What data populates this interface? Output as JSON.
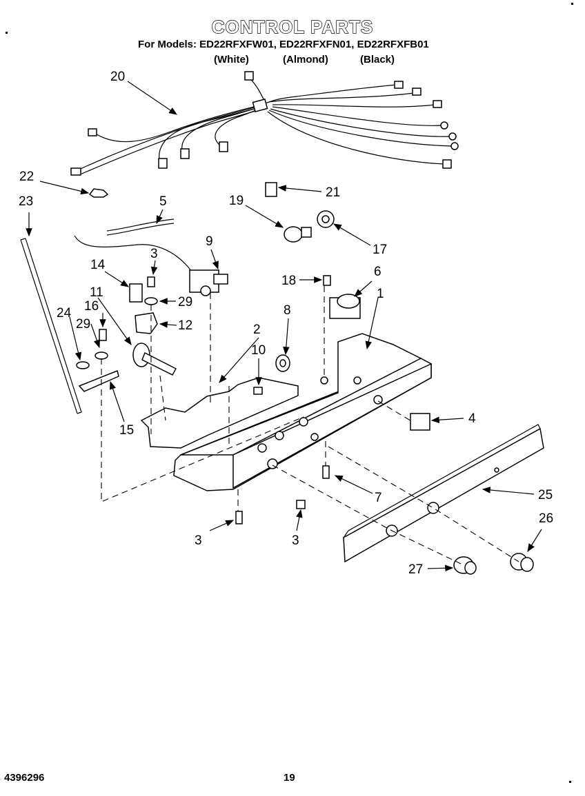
{
  "header": {
    "title": "CONTROL PARTS",
    "models": "For Models: ED22RFXFW01, ED22RFXFN01, ED22RFXFB01",
    "variants": [
      "(White)",
      "(Almond)",
      "(Black)"
    ]
  },
  "footer": {
    "doc_number": "4396296",
    "page_number": "19"
  },
  "callouts": {
    "p1": "1",
    "p2": "2",
    "p3a": "3",
    "p3b": "3",
    "p3c": "3",
    "p4": "4",
    "p5": "5",
    "p6": "6",
    "p7": "7",
    "p8": "8",
    "p9": "9",
    "p10": "10",
    "p11": "11",
    "p12": "12",
    "p14": "14",
    "p15": "15",
    "p16": "16",
    "p17": "17",
    "p18": "18",
    "p19": "19",
    "p20": "20",
    "p21": "21",
    "p22": "22",
    "p23": "23",
    "p24": "24",
    "p25": "25",
    "p26": "26",
    "p27": "27",
    "p29a": "29",
    "p29b": "29"
  }
}
